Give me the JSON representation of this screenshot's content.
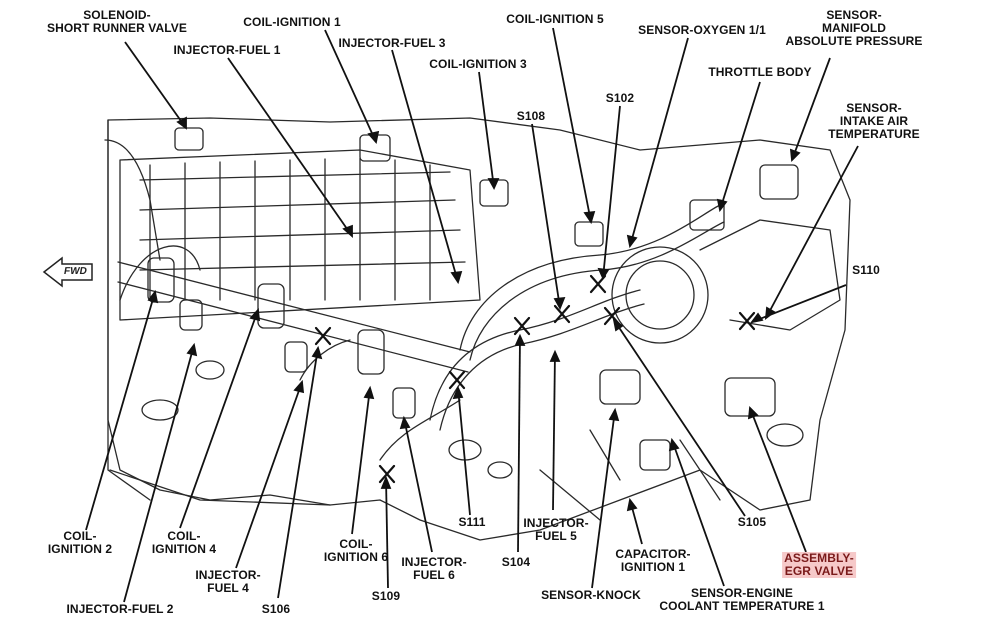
{
  "diagram": {
    "forward_arrow_text": "FWD",
    "callouts": [
      {
        "id": "solenoid",
        "text": "SOLENOID-\nSHORT RUNNER VALVE"
      },
      {
        "id": "coil-ignition-1",
        "text": "COIL-IGNITION 1"
      },
      {
        "id": "injector-fuel-1",
        "text": "INJECTOR-FUEL 1"
      },
      {
        "id": "injector-fuel-3",
        "text": "INJECTOR-FUEL 3"
      },
      {
        "id": "coil-ignition-3",
        "text": "COIL-IGNITION 3"
      },
      {
        "id": "coil-ignition-5",
        "text": "COIL-IGNITION 5"
      },
      {
        "id": "s108",
        "text": "S108"
      },
      {
        "id": "s102",
        "text": "S102"
      },
      {
        "id": "sensor-oxygen",
        "text": "SENSOR-OXYGEN 1/1"
      },
      {
        "id": "sensor-map",
        "text": "SENSOR-\nMANIFOLD\nABSOLUTE PRESSURE"
      },
      {
        "id": "throttle-body",
        "text": "THROTTLE BODY"
      },
      {
        "id": "sensor-iat",
        "text": "SENSOR-\nINTAKE AIR\nTEMPERATURE"
      },
      {
        "id": "s110",
        "text": "S110"
      },
      {
        "id": "coil-ignition-2",
        "text": "COIL-\nIGNITION 2"
      },
      {
        "id": "coil-ignition-4",
        "text": "COIL-\nIGNITION 4"
      },
      {
        "id": "injector-fuel-4",
        "text": "INJECTOR-\nFUEL 4"
      },
      {
        "id": "injector-fuel-2",
        "text": "INJECTOR-FUEL 2"
      },
      {
        "id": "s106",
        "text": "S106"
      },
      {
        "id": "coil-ignition-6",
        "text": "COIL-\nIGNITION 6"
      },
      {
        "id": "s109",
        "text": "S109"
      },
      {
        "id": "injector-fuel-6",
        "text": "INJECTOR-\nFUEL 6"
      },
      {
        "id": "s111",
        "text": "S111"
      },
      {
        "id": "s104",
        "text": "S104"
      },
      {
        "id": "injector-fuel-5",
        "text": "INJECTOR-\nFUEL 5"
      },
      {
        "id": "sensor-knock",
        "text": "SENSOR-KNOCK"
      },
      {
        "id": "capacitor",
        "text": "CAPACITOR-\nIGNITION 1"
      },
      {
        "id": "s105",
        "text": "S105"
      },
      {
        "id": "sensor-ect",
        "text": "SENSOR-ENGINE\nCOOLANT TEMPERATURE 1"
      },
      {
        "id": "egr-valve",
        "text": "ASSEMBLY-\nEGR VALVE",
        "highlighted": true
      }
    ]
  },
  "colors": {
    "highlight_bg": "#f6c9c9",
    "highlight_text": "#7a1a1a",
    "line": "#111111",
    "sketch": "#2a2a2a"
  }
}
